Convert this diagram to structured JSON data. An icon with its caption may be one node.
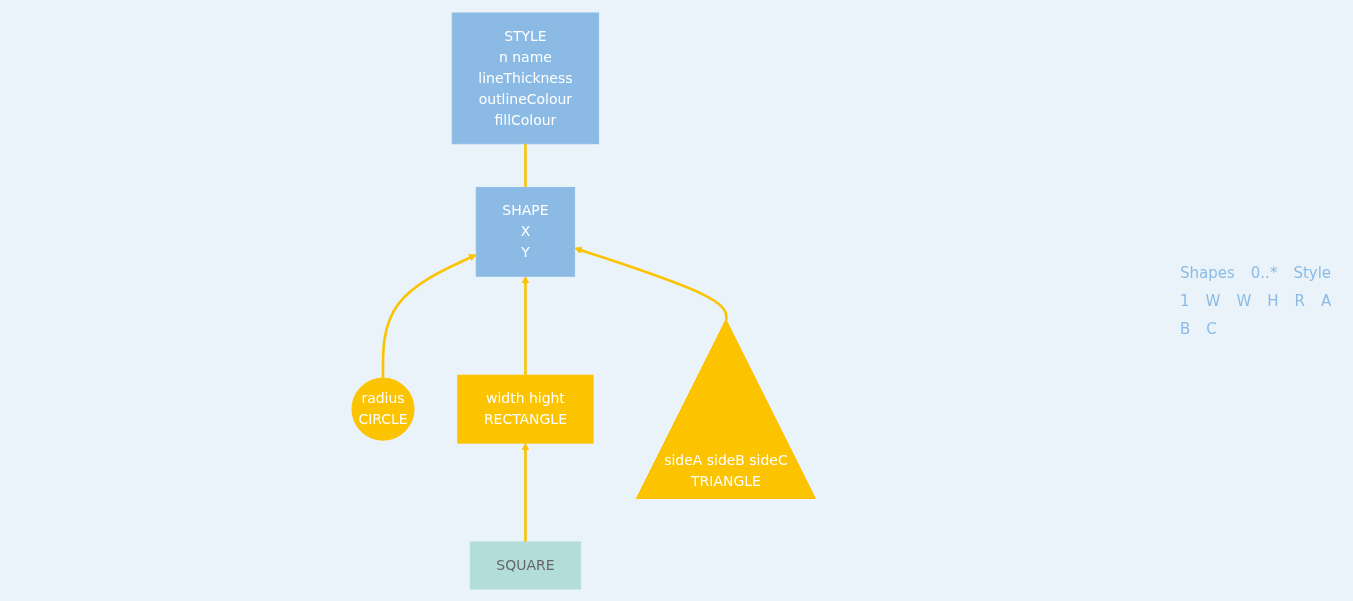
{
  "diagram": {
    "nodes": [
      {
        "text": [
          "SHAPE",
          "X",
          "Y"
        ]
      },
      {
        "text": [
          "STYLE",
          "n name",
          "lineThickness",
          "outlineColour",
          "fillColour"
        ]
      },
      {
        "text": [
          "radius",
          "CIRCLE"
        ]
      },
      {
        "text": [
          "width hight",
          "RECTANGLE"
        ]
      },
      {
        "text": [
          "sideA sideB sideC",
          "TRIANGLE"
        ]
      },
      {
        "text": [
          "SQUARE"
        ]
      }
    ],
    "edges": [
      {
        "from": 0,
        "to": 1,
        "arrow": "none"
      },
      {
        "from": 2,
        "to": 0,
        "arrow": "to"
      },
      {
        "from": 3,
        "to": 0,
        "arrow": "to"
      },
      {
        "from": 4,
        "to": 0,
        "arrow": "to"
      },
      {
        "from": 5,
        "to": 3,
        "arrow": "to"
      }
    ],
    "labels": [
      "Shapes",
      "0..*",
      "Style",
      "1",
      "W",
      "W",
      "H",
      "R",
      "A",
      "B",
      "C"
    ]
  }
}
